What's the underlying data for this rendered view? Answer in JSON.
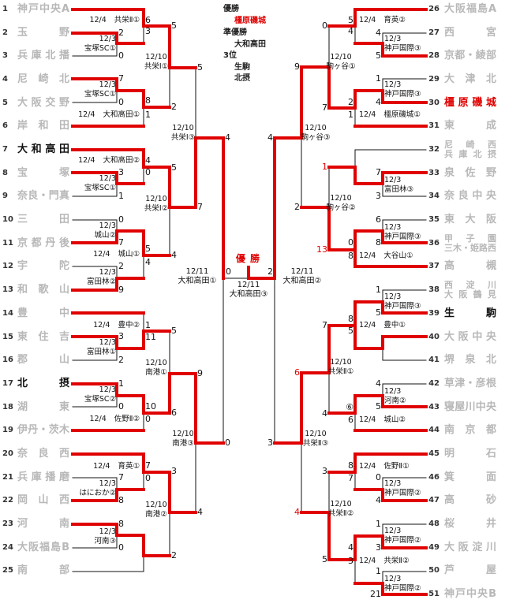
{
  "colors": {
    "winner_line": "#e00000",
    "loser_line": "#111111",
    "team_default": "#b8b8b8",
    "team_emphasis": "#111111",
    "champion": "#e00000"
  },
  "legend": {
    "champion_label": "優勝",
    "champion": "橿原磯城",
    "runner_up_label": "準優勝",
    "runner_up": "大和高田",
    "third_label": "3位",
    "third": [
      "生駒",
      "北摂"
    ]
  },
  "final_mark": "優勝",
  "left_teams": [
    {
      "seed": "1",
      "name": [
        "神戸中央A"
      ]
    },
    {
      "seed": "2",
      "name": [
        "玉野"
      ]
    },
    {
      "seed": "3",
      "name": [
        "兵庫北播"
      ]
    },
    {
      "seed": "4",
      "name": [
        "尼崎北"
      ]
    },
    {
      "seed": "5",
      "name": [
        "大阪交野"
      ]
    },
    {
      "seed": "6",
      "name": [
        "岸和田"
      ]
    },
    {
      "seed": "7",
      "name": [
        "大和高田"
      ],
      "color": "#111111"
    },
    {
      "seed": "8",
      "name": [
        "宝塚"
      ]
    },
    {
      "seed": "9",
      "name": [
        "奈良・門真"
      ]
    },
    {
      "seed": "10",
      "name": [
        "三田"
      ]
    },
    {
      "seed": "11",
      "name": [
        "京都丹後"
      ]
    },
    {
      "seed": "12",
      "name": [
        "宇陀"
      ]
    },
    {
      "seed": "13",
      "name": [
        "和歌山"
      ]
    },
    {
      "seed": "14",
      "name": [
        "豊中"
      ]
    },
    {
      "seed": "15",
      "name": [
        "東住吉"
      ]
    },
    {
      "seed": "16",
      "name": [
        "郡山"
      ]
    },
    {
      "seed": "17",
      "name": [
        "北摂"
      ],
      "color": "#111111"
    },
    {
      "seed": "18",
      "name": [
        "湖東"
      ]
    },
    {
      "seed": "19",
      "name": [
        "伊丹・茨木"
      ]
    },
    {
      "seed": "20",
      "name": [
        "奈良西"
      ]
    },
    {
      "seed": "21",
      "name": [
        "兵庫播磨"
      ]
    },
    {
      "seed": "22",
      "name": [
        "岡山西"
      ]
    },
    {
      "seed": "23",
      "name": [
        "河南"
      ]
    },
    {
      "seed": "24",
      "name": [
        "大阪福島B"
      ]
    },
    {
      "seed": "25",
      "name": [
        "南部"
      ]
    }
  ],
  "right_teams": [
    {
      "seed": "26",
      "name": [
        "大阪福島A"
      ]
    },
    {
      "seed": "27",
      "name": [
        "西宮"
      ]
    },
    {
      "seed": "28",
      "name": [
        "京都・綾部"
      ]
    },
    {
      "seed": "29",
      "name": [
        "大津北"
      ]
    },
    {
      "seed": "30",
      "name": [
        "橿原磯城"
      ],
      "color": "#e00000"
    },
    {
      "seed": "31",
      "name": [
        "東成"
      ]
    },
    {
      "seed": "32",
      "name": [
        "尼崎西",
        "兵庫北摂"
      ]
    },
    {
      "seed": "33",
      "name": [
        "泉佐野"
      ]
    },
    {
      "seed": "34",
      "name": [
        "奈良中央"
      ]
    },
    {
      "seed": "35",
      "name": [
        "東大阪"
      ]
    },
    {
      "seed": "36",
      "name": [
        "甲子園",
        "三木・姫路西"
      ]
    },
    {
      "seed": "37",
      "name": [
        "高槻"
      ]
    },
    {
      "seed": "38",
      "name": [
        "西淀川",
        "大阪鶴見"
      ]
    },
    {
      "seed": "39",
      "name": [
        "生駒"
      ],
      "color": "#111111"
    },
    {
      "seed": "40",
      "name": [
        "大阪中央"
      ]
    },
    {
      "seed": "41",
      "name": [
        "堺泉北"
      ]
    },
    {
      "seed": "42",
      "name": [
        "草津・彦根"
      ]
    },
    {
      "seed": "43",
      "name": [
        "寝屋川中央"
      ]
    },
    {
      "seed": "44",
      "name": [
        "南京都"
      ]
    },
    {
      "seed": "45",
      "name": [
        "明石"
      ]
    },
    {
      "seed": "46",
      "name": [
        "箕面"
      ]
    },
    {
      "seed": "47",
      "name": [
        "高砂"
      ]
    },
    {
      "seed": "48",
      "name": [
        "桜井"
      ]
    },
    {
      "seed": "49",
      "name": [
        "大阪淀川"
      ]
    },
    {
      "seed": "50",
      "name": [
        "芦屋"
      ]
    },
    {
      "seed": "51",
      "name": [
        "神戸中央B"
      ]
    }
  ],
  "matches": [
    {
      "date": "12/3",
      "venue": "宝塚SC①",
      "scores": [
        "2",
        "0"
      ]
    },
    {
      "date": "12/4",
      "venue": "共栄Ⅱ①",
      "scores": [
        "6",
        "3"
      ]
    },
    {
      "date": "12/3",
      "venue": "宝塚SC①",
      "scores": [
        "7",
        "0"
      ]
    },
    {
      "date": "12/4",
      "venue": "大和高田①",
      "scores": [
        "8",
        "1"
      ]
    },
    {
      "date": "12/10",
      "venue": "共栄Ⅰ①",
      "scores": [
        "5",
        "2"
      ]
    },
    {
      "date": "12/3",
      "venue": "宝塚SC①",
      "scores": [
        "3",
        "1"
      ]
    },
    {
      "date": "12/4",
      "venue": "大和高田②",
      "scores": [
        "4",
        "0"
      ]
    },
    {
      "date": "12/3",
      "venue": "城山②",
      "scores": [
        "0",
        "7"
      ]
    },
    {
      "date": "12/3",
      "venue": "富田林②",
      "scores": [
        "2",
        "9"
      ]
    },
    {
      "date": "12/4",
      "venue": "城山①",
      "scores": [
        "5",
        "4"
      ]
    },
    {
      "date": "12/10",
      "venue": "共栄Ⅰ②",
      "scores": [
        "5",
        "4"
      ]
    },
    {
      "date": "12/10",
      "venue": "共栄Ⅰ③",
      "scores": [
        "5",
        "7"
      ]
    },
    {
      "date": "12/4",
      "venue": "豊中②",
      "scores": [
        "1",
        "11"
      ]
    },
    {
      "date": "12/3",
      "venue": "富田林①",
      "scores": [
        "3",
        "2"
      ]
    },
    {
      "date": "12/3",
      "venue": "宝塚SC②",
      "scores": [
        "1",
        "0"
      ]
    },
    {
      "date": "12/4",
      "venue": "佐野Ⅱ②",
      "scores": [
        "10",
        "0"
      ]
    },
    {
      "date": "12/10",
      "venue": "南港①",
      "scores": [
        "5",
        "6"
      ]
    },
    {
      "date": "12/4",
      "venue": "育英①",
      "scores": [
        "7",
        "0"
      ]
    },
    {
      "date": "12/3",
      "venue": "はにおか②",
      "scores": [
        "7",
        "8"
      ]
    },
    {
      "date": "12/3",
      "venue": "河南③",
      "scores": [
        "8",
        "0"
      ]
    },
    {
      "date": "12/10",
      "venue": "南港②",
      "scores": [
        "3",
        "2"
      ]
    },
    {
      "date": "12/10",
      "venue": "南港③",
      "scores": [
        "9",
        "4"
      ]
    },
    {
      "date": "12/11",
      "venue": "大和高田①",
      "scores": [
        "4",
        "0"
      ]
    },
    {
      "date": "12/11",
      "venue": "大和高田③",
      "scores": [
        "0",
        "2"
      ]
    },
    {
      "date": "12/11",
      "venue": "大和高田②",
      "scores": [
        "4",
        "3"
      ]
    },
    {
      "date": "12/4",
      "venue": "育英②",
      "scores": [
        "5",
        "4"
      ]
    },
    {
      "date": "12/3",
      "venue": "神戸国際③",
      "scores": [
        "4",
        "5"
      ]
    },
    {
      "date": "12/3",
      "venue": "神戸国際③",
      "scores": [
        "1",
        "4"
      ]
    },
    {
      "date": "12/4",
      "venue": "橿原磯城①",
      "scores": [
        "2",
        "1"
      ]
    },
    {
      "date": "12/10",
      "venue": "駒ヶ谷①",
      "scores": [
        "0",
        "7"
      ]
    },
    {
      "date": "12/10",
      "venue": "駒ヶ谷③",
      "scores": [
        "9",
        "2"
      ]
    },
    {
      "date": "12/3",
      "venue": "富田林③",
      "scores": [
        "7",
        "3"
      ]
    },
    {
      "date": "12/3",
      "venue": "神戸国際③",
      "scores": [
        "6",
        "8"
      ]
    },
    {
      "date": "12/4",
      "venue": "大谷山①",
      "scores": [
        "0",
        "8"
      ]
    },
    {
      "date": "12/10",
      "venue": "駒ヶ谷②",
      "scores": [
        "1",
        "13"
      ]
    },
    {
      "date": "12/3",
      "venue": "神戸国際③",
      "scores": [
        "1",
        "5"
      ]
    },
    {
      "date": "12/4",
      "venue": "豊中①",
      "scores": [
        "8",
        "5"
      ]
    },
    {
      "date": "12/3",
      "venue": "河南②",
      "scores": [
        "4",
        "5"
      ]
    },
    {
      "date": "12/4",
      "venue": "城山②",
      "scores": [
        "⑥",
        "6"
      ]
    },
    {
      "date": "12/10",
      "venue": "共栄Ⅱ①",
      "scores": [
        "7",
        "4"
      ]
    },
    {
      "date": "12/10",
      "venue": "共栄Ⅱ③",
      "scores": [
        "6",
        "4"
      ]
    },
    {
      "date": "12/4",
      "venue": "佐野Ⅱ①",
      "scores": [
        "8",
        "7"
      ]
    },
    {
      "date": "12/3",
      "venue": "神戸国際②",
      "scores": [
        "0",
        "4"
      ]
    },
    {
      "date": "12/10",
      "venue": "共栄Ⅱ②",
      "scores": [
        "3",
        "5"
      ]
    },
    {
      "date": "12/3",
      "venue": "神戸国際②",
      "scores": [
        "1",
        "3"
      ]
    },
    {
      "date": "12/4",
      "venue": "共栄Ⅱ②",
      "scores": [
        "4",
        "3"
      ]
    },
    {
      "date": "12/3",
      "venue": "神戸国際②",
      "scores": [
        "1",
        "21"
      ]
    }
  ]
}
